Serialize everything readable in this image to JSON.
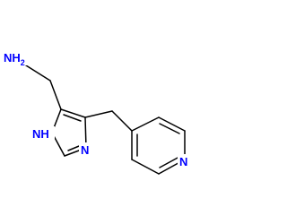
{
  "molecule": {
    "atoms": {
      "nh2": {
        "text": "NH",
        "sub": "2",
        "element": "N"
      },
      "imidazole_nh": {
        "text": "NH",
        "element": "N"
      },
      "imidazole_n": {
        "text": "N",
        "element": "N"
      },
      "pyridine_n": {
        "text": "N",
        "element": "N"
      }
    }
  },
  "colors": {
    "bond": "#000000",
    "nitrogen": "#0000ff",
    "background": "#ffffff"
  }
}
